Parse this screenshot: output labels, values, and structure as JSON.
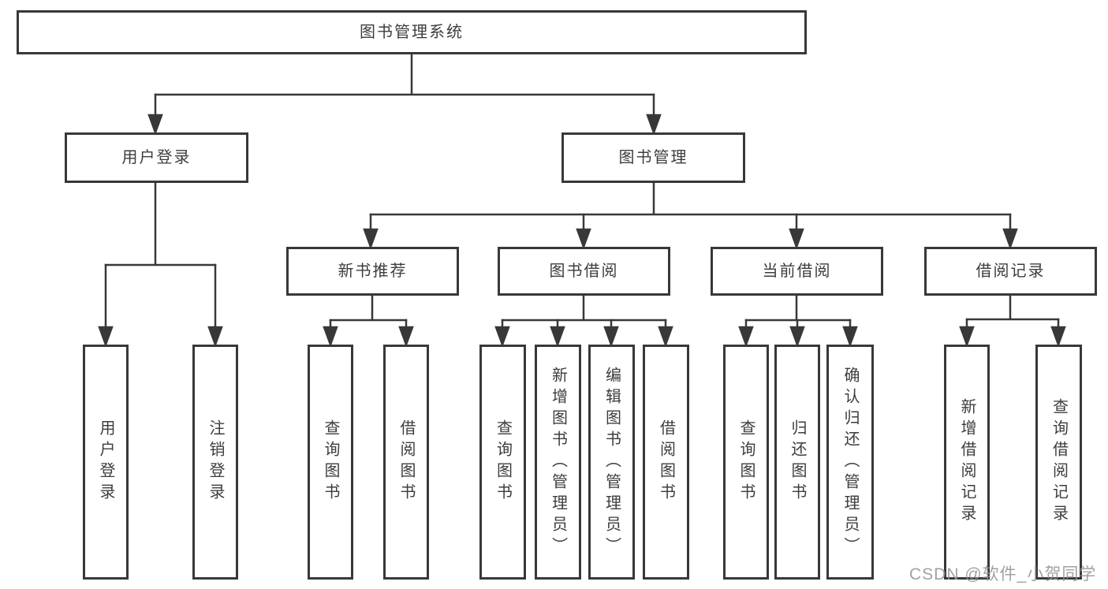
{
  "diagram": {
    "root": "图书管理系统",
    "level2": [
      "用户登录",
      "图书管理"
    ],
    "level3": [
      "新书推荐",
      "图书借阅",
      "当前借阅",
      "借阅记录"
    ],
    "leaves": {
      "user_login": [
        "用户登录",
        "注销登录"
      ],
      "new_book": [
        "查询图书",
        "借阅图书"
      ],
      "book_borrow": [
        "查询图书",
        "新增图书（管理员）",
        "编辑图书（管理员）",
        "借阅图书"
      ],
      "current_borrow": [
        "查询图书",
        "归还图书",
        "确认归还（管理员）"
      ],
      "borrow_record": [
        "新增借阅记录",
        "查询借阅记录"
      ]
    }
  },
  "watermark": "CSDN @软件_小贺同学",
  "colors": {
    "line": "#383838",
    "text": "#3d3d3d",
    "background": "#ffffff",
    "watermark": "#949494"
  }
}
